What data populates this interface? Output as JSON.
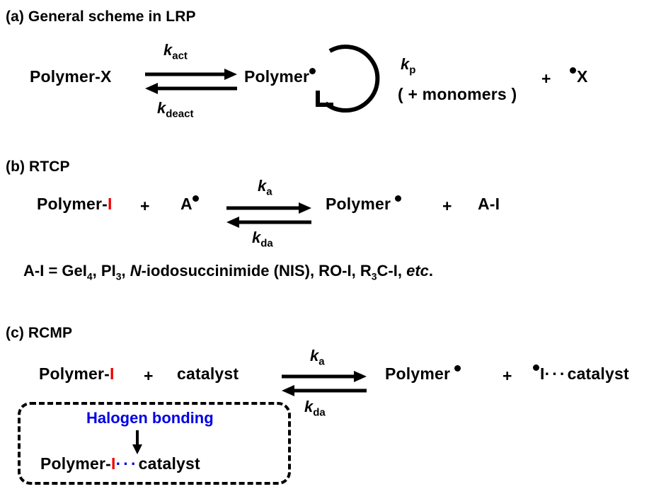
{
  "figure": {
    "type": "reaction-scheme",
    "background": "#ffffff",
    "accent_red": "#EE0000",
    "accent_blue": "#0000E6"
  },
  "panels": [
    {
      "id": "a",
      "label": "(a) General scheme in LRP",
      "reactant": "Polymer-X",
      "k_forward": "k",
      "k_forward_sub": "act",
      "k_reverse": "k",
      "k_reverse_sub": "deact",
      "product": "Polymer",
      "propagation_k": "k",
      "propagation_k_sub": "p",
      "propagation_note": "( + monomers )",
      "plus": "+",
      "leaving_group": "X"
    },
    {
      "id": "b",
      "label": "(b) RTCP",
      "reactant_prefix": "Polymer-",
      "reactant_iodine": "I",
      "plus1": "+",
      "agent": "A",
      "k_forward": "k",
      "k_forward_sub": "a",
      "k_reverse": "k",
      "k_reverse_sub": "da",
      "product": "Polymer",
      "plus2": "+",
      "product2": "A-I",
      "definition": {
        "lhs": "A-I = ",
        "items": [
          "GeI",
          "4",
          ", PI",
          "3",
          ", "
        ],
        "italic_n": "N",
        "middle": "-iodosuccinimide (NIS), RO-I, R",
        "sub3": "3",
        "tail": "C-I, ",
        "etc": "etc",
        "period": "."
      }
    },
    {
      "id": "c",
      "label": "(c) RCMP",
      "reactant_prefix": "Polymer-",
      "reactant_iodine": "I",
      "plus1": "+",
      "catalyst": "catalyst",
      "k_forward": "k",
      "k_forward_sub": "a",
      "k_reverse": "k",
      "k_reverse_sub": "da",
      "product": "Polymer",
      "plus2": "+",
      "product_iodine": "I",
      "product_dots": "···",
      "product_catalyst": "catalyst",
      "callout": {
        "title": "Halogen bonding",
        "complex_prefix": "Polymer-",
        "complex_iodine": "I",
        "complex_dots": "···",
        "complex_catalyst": "catalyst"
      }
    }
  ]
}
